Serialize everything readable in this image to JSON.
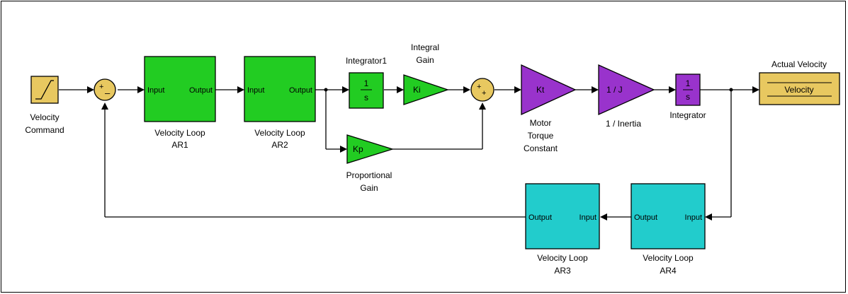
{
  "colors": {
    "source": "#e8c860",
    "green": "#22cc22",
    "purple": "#9933cc",
    "cyan": "#22cccc",
    "sum": "#e8c860",
    "scope": "#e8c860",
    "wire": "#000000"
  },
  "blocks": {
    "velocity_command": {
      "label_line1": "Velocity",
      "label_line2": "Command",
      "icon": "ramp-icon"
    },
    "sum1": {
      "signs": "+-"
    },
    "ar1": {
      "in_port": "Input",
      "out_port": "Output",
      "label_line1": "Velocity Loop",
      "label_line2": "AR1"
    },
    "ar2": {
      "in_port": "Input",
      "out_port": "Output",
      "label_line1": "Velocity Loop",
      "label_line2": "AR2"
    },
    "integrator1": {
      "label": "Integrator1",
      "num": "1",
      "den": "s"
    },
    "integral_gain": {
      "label_line1": "Integral",
      "label_line2": "Gain",
      "text": "Ki"
    },
    "proportional_gain": {
      "label_line1": "Proportional",
      "label_line2": "Gain",
      "text": "Kp"
    },
    "sum2": {
      "signs": "++"
    },
    "motor_torque": {
      "label_line1": "Motor",
      "label_line2": "Torque",
      "label_line3": "Constant",
      "text": "Kt"
    },
    "inertia": {
      "label": "1 / Inertia",
      "text": "1 / J"
    },
    "integrator": {
      "label": "Integrator",
      "num": "1",
      "den": "s"
    },
    "actual_velocity": {
      "label": "Actual Velocity",
      "text": "Velocity"
    },
    "ar3": {
      "in_port": "Input",
      "out_port": "Output",
      "label_line1": "Velocity Loop",
      "label_line2": "AR3"
    },
    "ar4": {
      "in_port": "Input",
      "out_port": "Output",
      "label_line1": "Velocity Loop",
      "label_line2": "AR4"
    }
  }
}
